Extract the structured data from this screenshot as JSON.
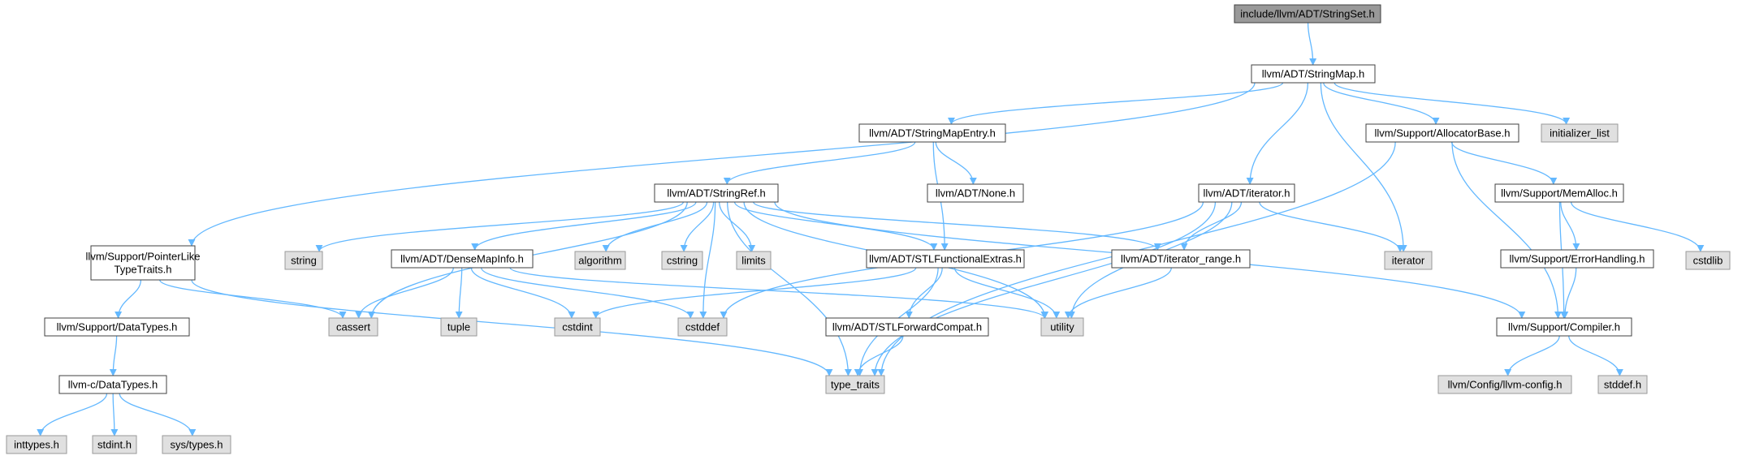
{
  "colors": {
    "root_fill": "#999999",
    "header_fill": "#ffffff",
    "system_fill": "#e0e0e0",
    "border_dark": "#404040",
    "border_light": "#999999",
    "edge": "#63b8ff"
  },
  "nodes": [
    {
      "id": "stringset",
      "lines": [
        "include/llvm/ADT/StringSet.h"
      ],
      "kind": "root"
    },
    {
      "id": "stringmap",
      "lines": [
        "llvm/ADT/StringMap.h"
      ],
      "kind": "header"
    },
    {
      "id": "stringmapentry",
      "lines": [
        "llvm/ADT/StringMapEntry.h"
      ],
      "kind": "header"
    },
    {
      "id": "allocatorbase",
      "lines": [
        "llvm/Support/AllocatorBase.h"
      ],
      "kind": "header"
    },
    {
      "id": "initializer_list",
      "lines": [
        "initializer_list"
      ],
      "kind": "system"
    },
    {
      "id": "stringref",
      "lines": [
        "llvm/ADT/StringRef.h"
      ],
      "kind": "header"
    },
    {
      "id": "none",
      "lines": [
        "llvm/ADT/None.h"
      ],
      "kind": "header"
    },
    {
      "id": "iterator_h",
      "lines": [
        "llvm/ADT/iterator.h"
      ],
      "kind": "header"
    },
    {
      "id": "memalloc",
      "lines": [
        "llvm/Support/MemAlloc.h"
      ],
      "kind": "header"
    },
    {
      "id": "pointerlike",
      "lines": [
        "llvm/Support/PointerLike",
        "TypeTraits.h"
      ],
      "kind": "header"
    },
    {
      "id": "string",
      "lines": [
        "string"
      ],
      "kind": "system"
    },
    {
      "id": "densemapinfo",
      "lines": [
        "llvm/ADT/DenseMapInfo.h"
      ],
      "kind": "header"
    },
    {
      "id": "algorithm",
      "lines": [
        "algorithm"
      ],
      "kind": "system"
    },
    {
      "id": "cstring",
      "lines": [
        "cstring"
      ],
      "kind": "system"
    },
    {
      "id": "limits",
      "lines": [
        "limits"
      ],
      "kind": "system"
    },
    {
      "id": "stlfunctional",
      "lines": [
        "llvm/ADT/STLFunctionalExtras.h"
      ],
      "kind": "header"
    },
    {
      "id": "iterator_range",
      "lines": [
        "llvm/ADT/iterator_range.h"
      ],
      "kind": "header"
    },
    {
      "id": "iterator",
      "lines": [
        "iterator"
      ],
      "kind": "system"
    },
    {
      "id": "errorhandling",
      "lines": [
        "llvm/Support/ErrorHandling.h"
      ],
      "kind": "header"
    },
    {
      "id": "cstdlib",
      "lines": [
        "cstdlib"
      ],
      "kind": "system"
    },
    {
      "id": "datatypes_support",
      "lines": [
        "llvm/Support/DataTypes.h"
      ],
      "kind": "header"
    },
    {
      "id": "cassert",
      "lines": [
        "cassert"
      ],
      "kind": "system"
    },
    {
      "id": "tuple",
      "lines": [
        "tuple"
      ],
      "kind": "system"
    },
    {
      "id": "cstdint",
      "lines": [
        "cstdint"
      ],
      "kind": "system"
    },
    {
      "id": "cstddef",
      "lines": [
        "cstddef"
      ],
      "kind": "system"
    },
    {
      "id": "utility",
      "lines": [
        "utility"
      ],
      "kind": "system"
    },
    {
      "id": "stlforward",
      "lines": [
        "llvm/ADT/STLForwardCompat.h"
      ],
      "kind": "header"
    },
    {
      "id": "compiler",
      "lines": [
        "llvm/Support/Compiler.h"
      ],
      "kind": "header"
    },
    {
      "id": "datatypes_c",
      "lines": [
        "llvm-c/DataTypes.h"
      ],
      "kind": "header"
    },
    {
      "id": "type_traits",
      "lines": [
        "type_traits"
      ],
      "kind": "system"
    },
    {
      "id": "llvmconfig",
      "lines": [
        "llvm/Config/llvm-config.h"
      ],
      "kind": "system"
    },
    {
      "id": "stddef",
      "lines": [
        "stddef.h"
      ],
      "kind": "system"
    },
    {
      "id": "inttypes",
      "lines": [
        "inttypes.h"
      ],
      "kind": "system"
    },
    {
      "id": "stdint",
      "lines": [
        "stdint.h"
      ],
      "kind": "system"
    },
    {
      "id": "systypes",
      "lines": [
        "sys/types.h"
      ],
      "kind": "system"
    }
  ],
  "edges": [
    [
      "stringset",
      "stringmap"
    ],
    [
      "stringmap",
      "stringmapentry"
    ],
    [
      "stringmap",
      "allocatorbase"
    ],
    [
      "stringmap",
      "initializer_list"
    ],
    [
      "stringmap",
      "pointerlike"
    ],
    [
      "stringmap",
      "iterator_h"
    ],
    [
      "stringmap",
      "iterator"
    ],
    [
      "stringmapentry",
      "stringref"
    ],
    [
      "stringmapentry",
      "none"
    ],
    [
      "stringmapentry",
      "stlfunctional"
    ],
    [
      "stringref",
      "string"
    ],
    [
      "stringref",
      "densemapinfo"
    ],
    [
      "stringref",
      "algorithm"
    ],
    [
      "stringref",
      "cstring"
    ],
    [
      "stringref",
      "limits"
    ],
    [
      "stringref",
      "stlfunctional"
    ],
    [
      "stringref",
      "iterator_range"
    ],
    [
      "stringref",
      "cassert"
    ],
    [
      "stringref",
      "cstddef"
    ],
    [
      "stringref",
      "utility"
    ],
    [
      "stringref",
      "type_traits"
    ],
    [
      "stringref",
      "compiler"
    ],
    [
      "allocatorbase",
      "memalloc"
    ],
    [
      "allocatorbase",
      "compiler"
    ],
    [
      "allocatorbase",
      "type_traits"
    ],
    [
      "iterator_h",
      "iterator_range"
    ],
    [
      "iterator_h",
      "iterator"
    ],
    [
      "iterator_h",
      "cstddef"
    ],
    [
      "iterator_h",
      "utility"
    ],
    [
      "iterator_h",
      "type_traits"
    ],
    [
      "memalloc",
      "errorhandling"
    ],
    [
      "memalloc",
      "cstdlib"
    ],
    [
      "memalloc",
      "compiler"
    ],
    [
      "errorhandling",
      "compiler"
    ],
    [
      "pointerlike",
      "datatypes_support"
    ],
    [
      "pointerlike",
      "cassert"
    ],
    [
      "pointerlike",
      "type_traits"
    ],
    [
      "densemapinfo",
      "cassert"
    ],
    [
      "densemapinfo",
      "tuple"
    ],
    [
      "densemapinfo",
      "cstdint"
    ],
    [
      "densemapinfo",
      "cstddef"
    ],
    [
      "densemapinfo",
      "utility"
    ],
    [
      "stlfunctional",
      "cstdint"
    ],
    [
      "stlfunctional",
      "utility"
    ],
    [
      "stlfunctional",
      "stlforward"
    ],
    [
      "stlfunctional",
      "type_traits"
    ],
    [
      "iterator_range",
      "utility"
    ],
    [
      "stlforward",
      "type_traits"
    ],
    [
      "compiler",
      "llvmconfig"
    ],
    [
      "compiler",
      "stddef"
    ],
    [
      "datatypes_support",
      "datatypes_c"
    ],
    [
      "datatypes_c",
      "inttypes"
    ],
    [
      "datatypes_c",
      "stdint"
    ],
    [
      "datatypes_c",
      "systypes"
    ]
  ]
}
